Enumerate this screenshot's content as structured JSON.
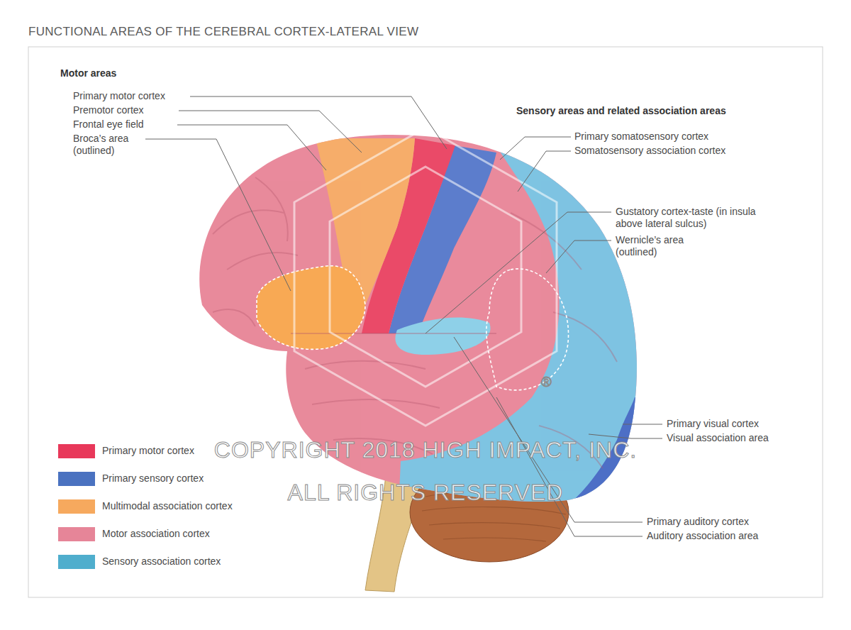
{
  "diagram": {
    "title": "FUNCTIONAL AREAS OF THE CEREBRAL CORTEX-LATERAL VIEW",
    "labels": [
      "Motor areas",
      "Primary motor cortex",
      "Premotor cortex",
      "Frontal eye field",
      "Broca’s area (outlined)",
      "Sensory areas and related association areas",
      "Primary somatosensory cortex",
      "Somatosensory association cortex",
      "Gustatory cortex-taste (in insula above lateral sulcus)",
      "Wernicle’s area (outlined)",
      "Primary visual cortex",
      "Visual association area",
      "Primary auditory cortex",
      "Auditory association area",
      "®",
      "COPYRIGHT 2018 HIGH IMPACT, INC.",
      "ALL RIGHTS RESERVED"
    ],
    "legend": [
      {
        "text": "Primary motor cortex",
        "color": "#e8385a"
      },
      {
        "text": "Primary sensory cortex",
        "color": "#4a72c0"
      },
      {
        "text": "Multimodal association cortex",
        "color": "#f6a95e"
      },
      {
        "text": "Motor association cortex",
        "color": "#e68598"
      },
      {
        "text": "Sensory association cortex",
        "color": "#4faecd"
      }
    ]
  }
}
